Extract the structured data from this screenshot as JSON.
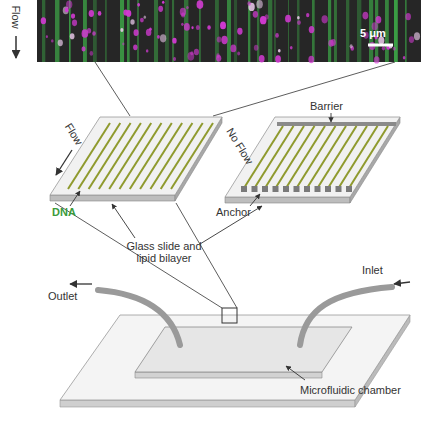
{
  "diagram": {
    "labels": [
      "Flow",
      "5 μm",
      "Flow",
      "DNA",
      "Barrier",
      "No Flow",
      "Anchor",
      "Glass slide and lipid bilayer",
      "Outlet",
      "Inlet",
      "Microfluidic chamber"
    ]
  }
}
